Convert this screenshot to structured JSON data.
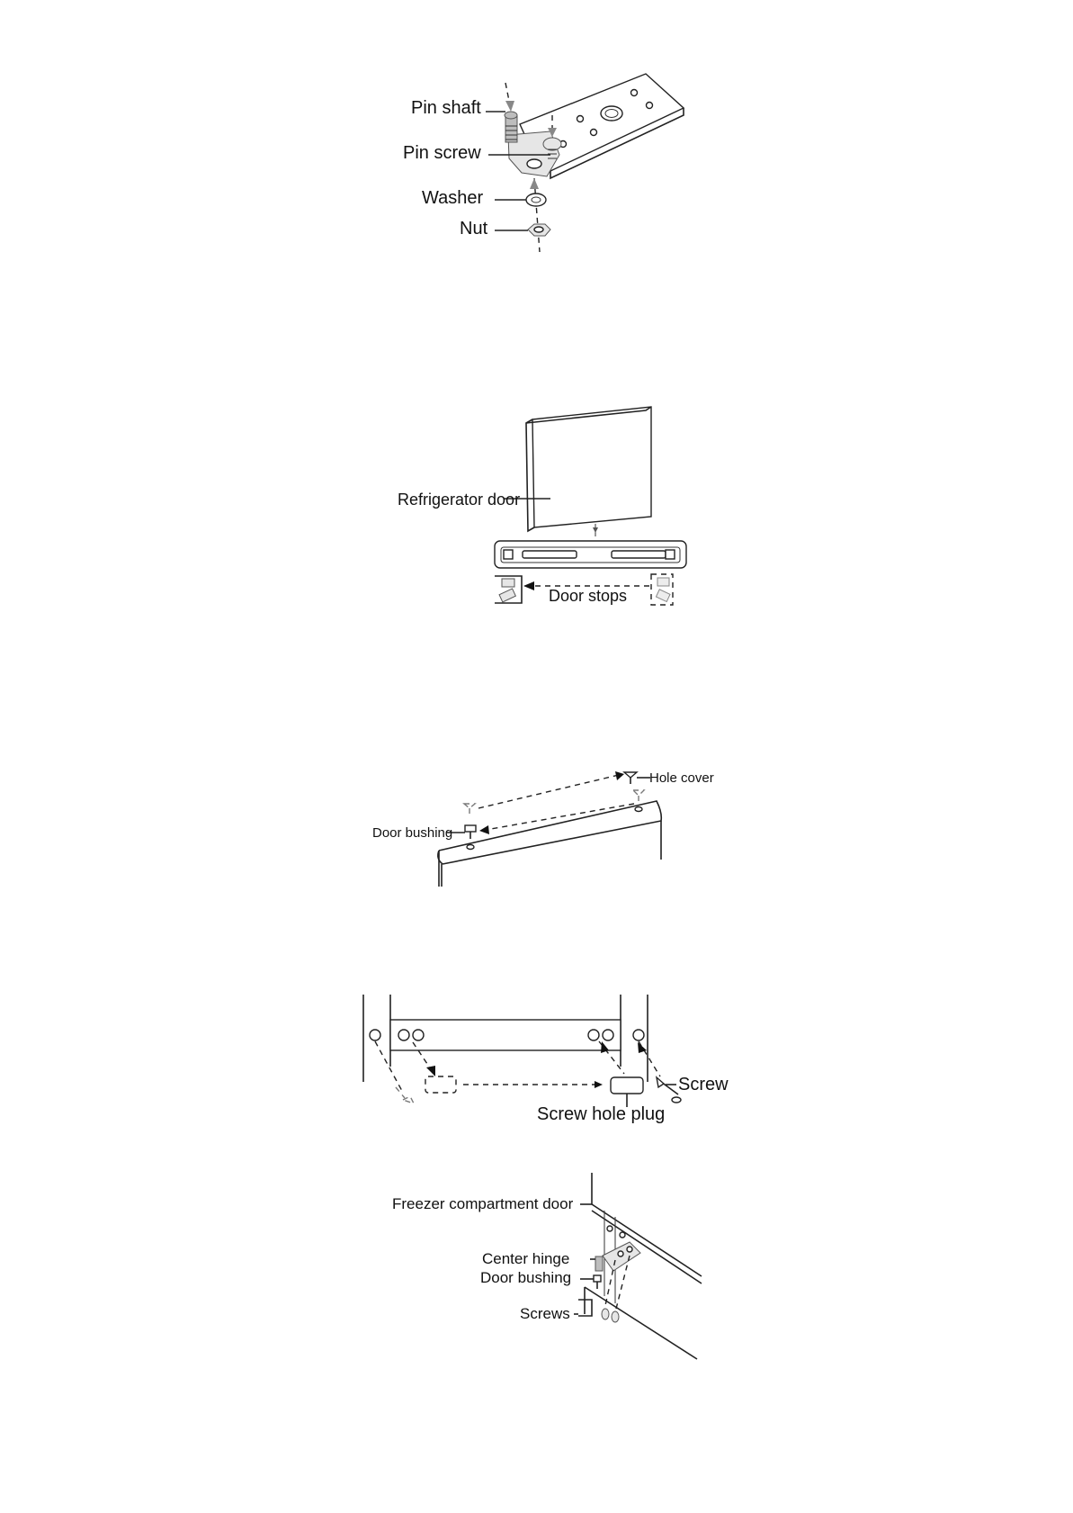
{
  "figure1": {
    "pin_shaft": "Pin shaft",
    "pin_screw": "Pin screw",
    "washer": "Washer",
    "nut": "Nut"
  },
  "figure2": {
    "refrigerator_door": "Refrigerator door",
    "door_stops": "Door stops"
  },
  "figure3": {
    "hole_cover": "Hole cover",
    "door_bushing": "Door bushing"
  },
  "figure4": {
    "screw": "Screw",
    "screw_hole_plug": "Screw hole plug"
  },
  "figure5": {
    "freezer_compartment_door": "Freezer compartment door",
    "center_hinge": "Center hinge",
    "door_bushing": "Door bushing",
    "screws": "Screws"
  }
}
